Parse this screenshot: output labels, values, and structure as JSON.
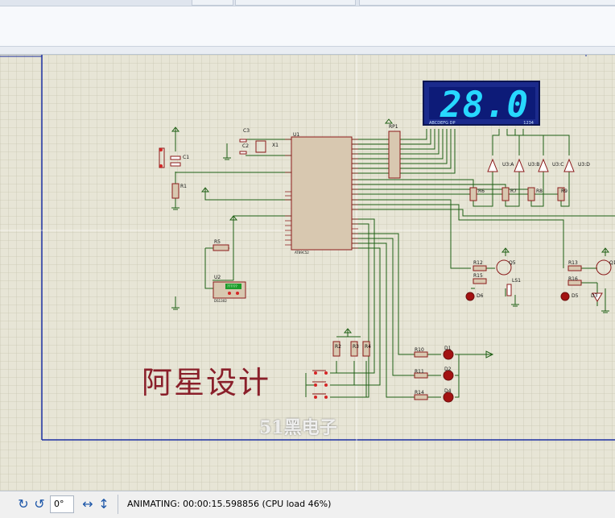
{
  "display": {
    "value": "28.0",
    "pins": "ABCDEFG DP",
    "part": "1234"
  },
  "components": {
    "u1": "U1",
    "u1_part": "AT89C52",
    "u2": "U2",
    "u2_part": "DS1302",
    "u2_readout": "??????",
    "rp1": "RP1",
    "c1": "C1",
    "c2": "C2",
    "c3": "C3",
    "x1": "X1",
    "r1": "R1",
    "r2": "R2",
    "r3": "R3",
    "r4": "R4",
    "r5": "R5",
    "r6": "R6",
    "r7": "R7",
    "r8": "R8",
    "r9": "R9",
    "r10": "R10",
    "r11": "R11",
    "r12": "R12",
    "r13": "R13",
    "r14": "R14",
    "r15": "R15",
    "r16": "R16",
    "q1": "Q1",
    "q5": "Q5",
    "ls1": "LS1",
    "d1": "D1",
    "d2": "D2",
    "d3": "D3",
    "d4": "D4",
    "d5": "D5",
    "d6": "D6",
    "u3a": "U3:A",
    "u3b": "U3:B",
    "u3c": "U3:C",
    "u3d": "U3:D"
  },
  "brand_text": "阿星设计",
  "watermark": "51黑电子",
  "statusbar": {
    "rotation": "0°",
    "status": "ANIMATING: 00:00:15.598856 (CPU load 46%)"
  },
  "icons": {
    "rotate_cw": "↻",
    "rotate_ccw": "↺",
    "mirror_h": "↔",
    "mirror_v": "↕"
  }
}
